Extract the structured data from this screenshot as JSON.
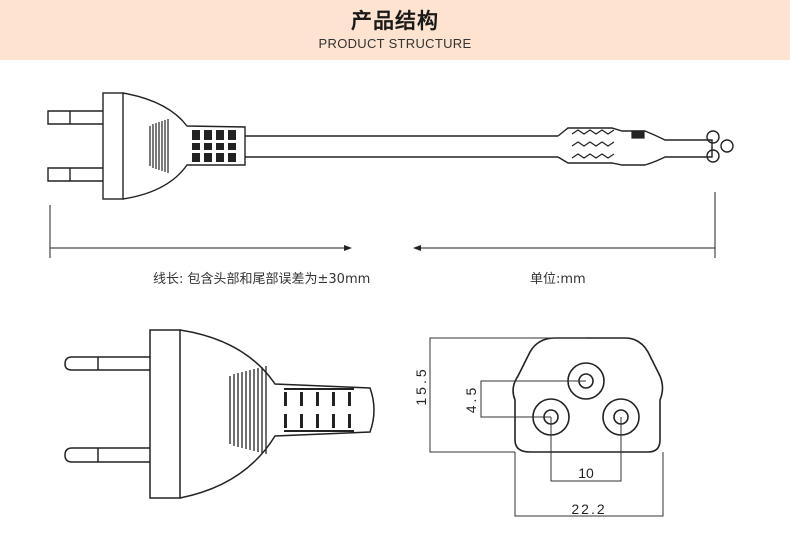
{
  "header": {
    "title_cn": "产品结构",
    "title_en": "PRODUCT STRUCTURE",
    "colors": {
      "band": "#fde3d0"
    }
  },
  "cable_diagram": {
    "length_note": "线长: 包含头部和尾部误差为±30mm",
    "unit_note": "单位:mm"
  },
  "dimensions": {
    "height": "15.5",
    "hole_offset": "4.5",
    "hole_spacing": "10",
    "width": "22.2"
  }
}
